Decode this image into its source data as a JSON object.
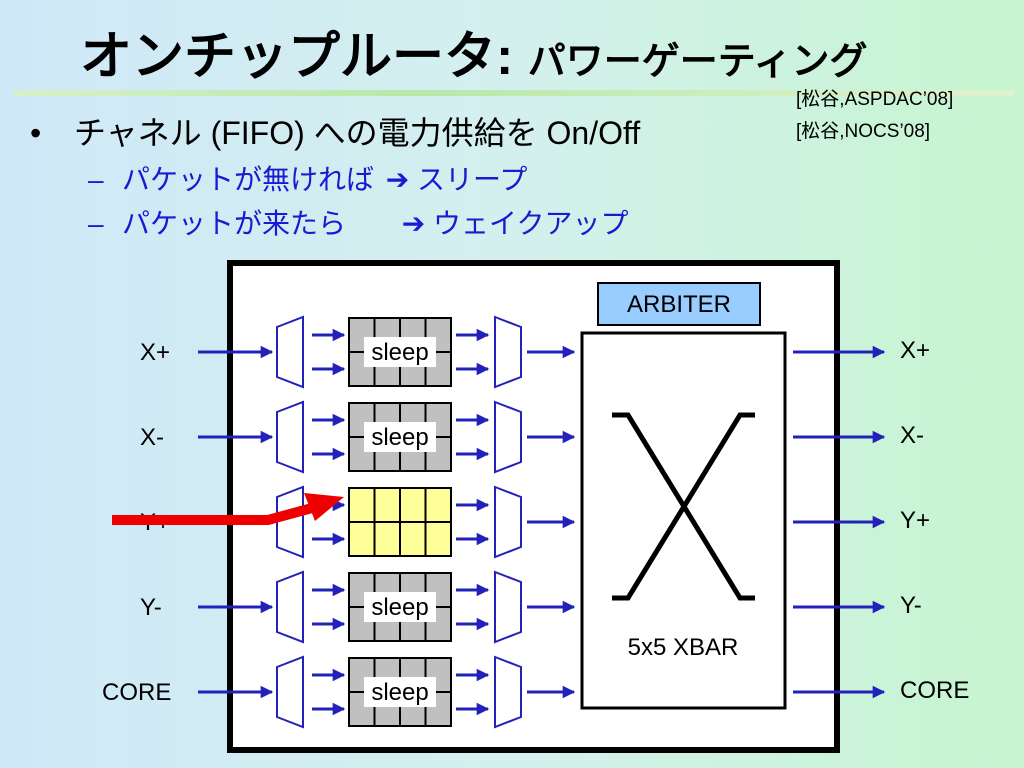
{
  "title": {
    "main": "オンチップルータ: ",
    "sub": "パワーゲーティング"
  },
  "references": [
    "[松谷,ASPDAC’08]",
    "[松谷,NOCS’08]"
  ],
  "bullet": {
    "marker": "•",
    "text": "チャネル (FIFO) への電力供給を On/Off"
  },
  "subitems": [
    {
      "dash": "–",
      "text": "パケットが無ければ",
      "arrow": "➔",
      "result": "スリープ"
    },
    {
      "dash": "–",
      "text": "パケットが来たら",
      "arrow": "➔",
      "result": "ウェイクアップ"
    }
  ],
  "diagram": {
    "arbiter_label": "ARBITER",
    "xbar_label": "5x5 XBAR",
    "sleep_label": "sleep",
    "input_ports": [
      "X+",
      "X-",
      "Y+",
      "Y-",
      "CORE"
    ],
    "output_ports": [
      "X+",
      "X-",
      "Y+",
      "Y-",
      "CORE"
    ],
    "channel_states": [
      "sleep",
      "sleep",
      "active",
      "sleep",
      "sleep"
    ],
    "colors": {
      "arrow": "#2222bb",
      "fifo_sleep": "#c0c0c0",
      "fifo_active": "#ffff99",
      "arbiter_fill": "#99ccff",
      "highlight_arrow": "#ee0000"
    }
  }
}
